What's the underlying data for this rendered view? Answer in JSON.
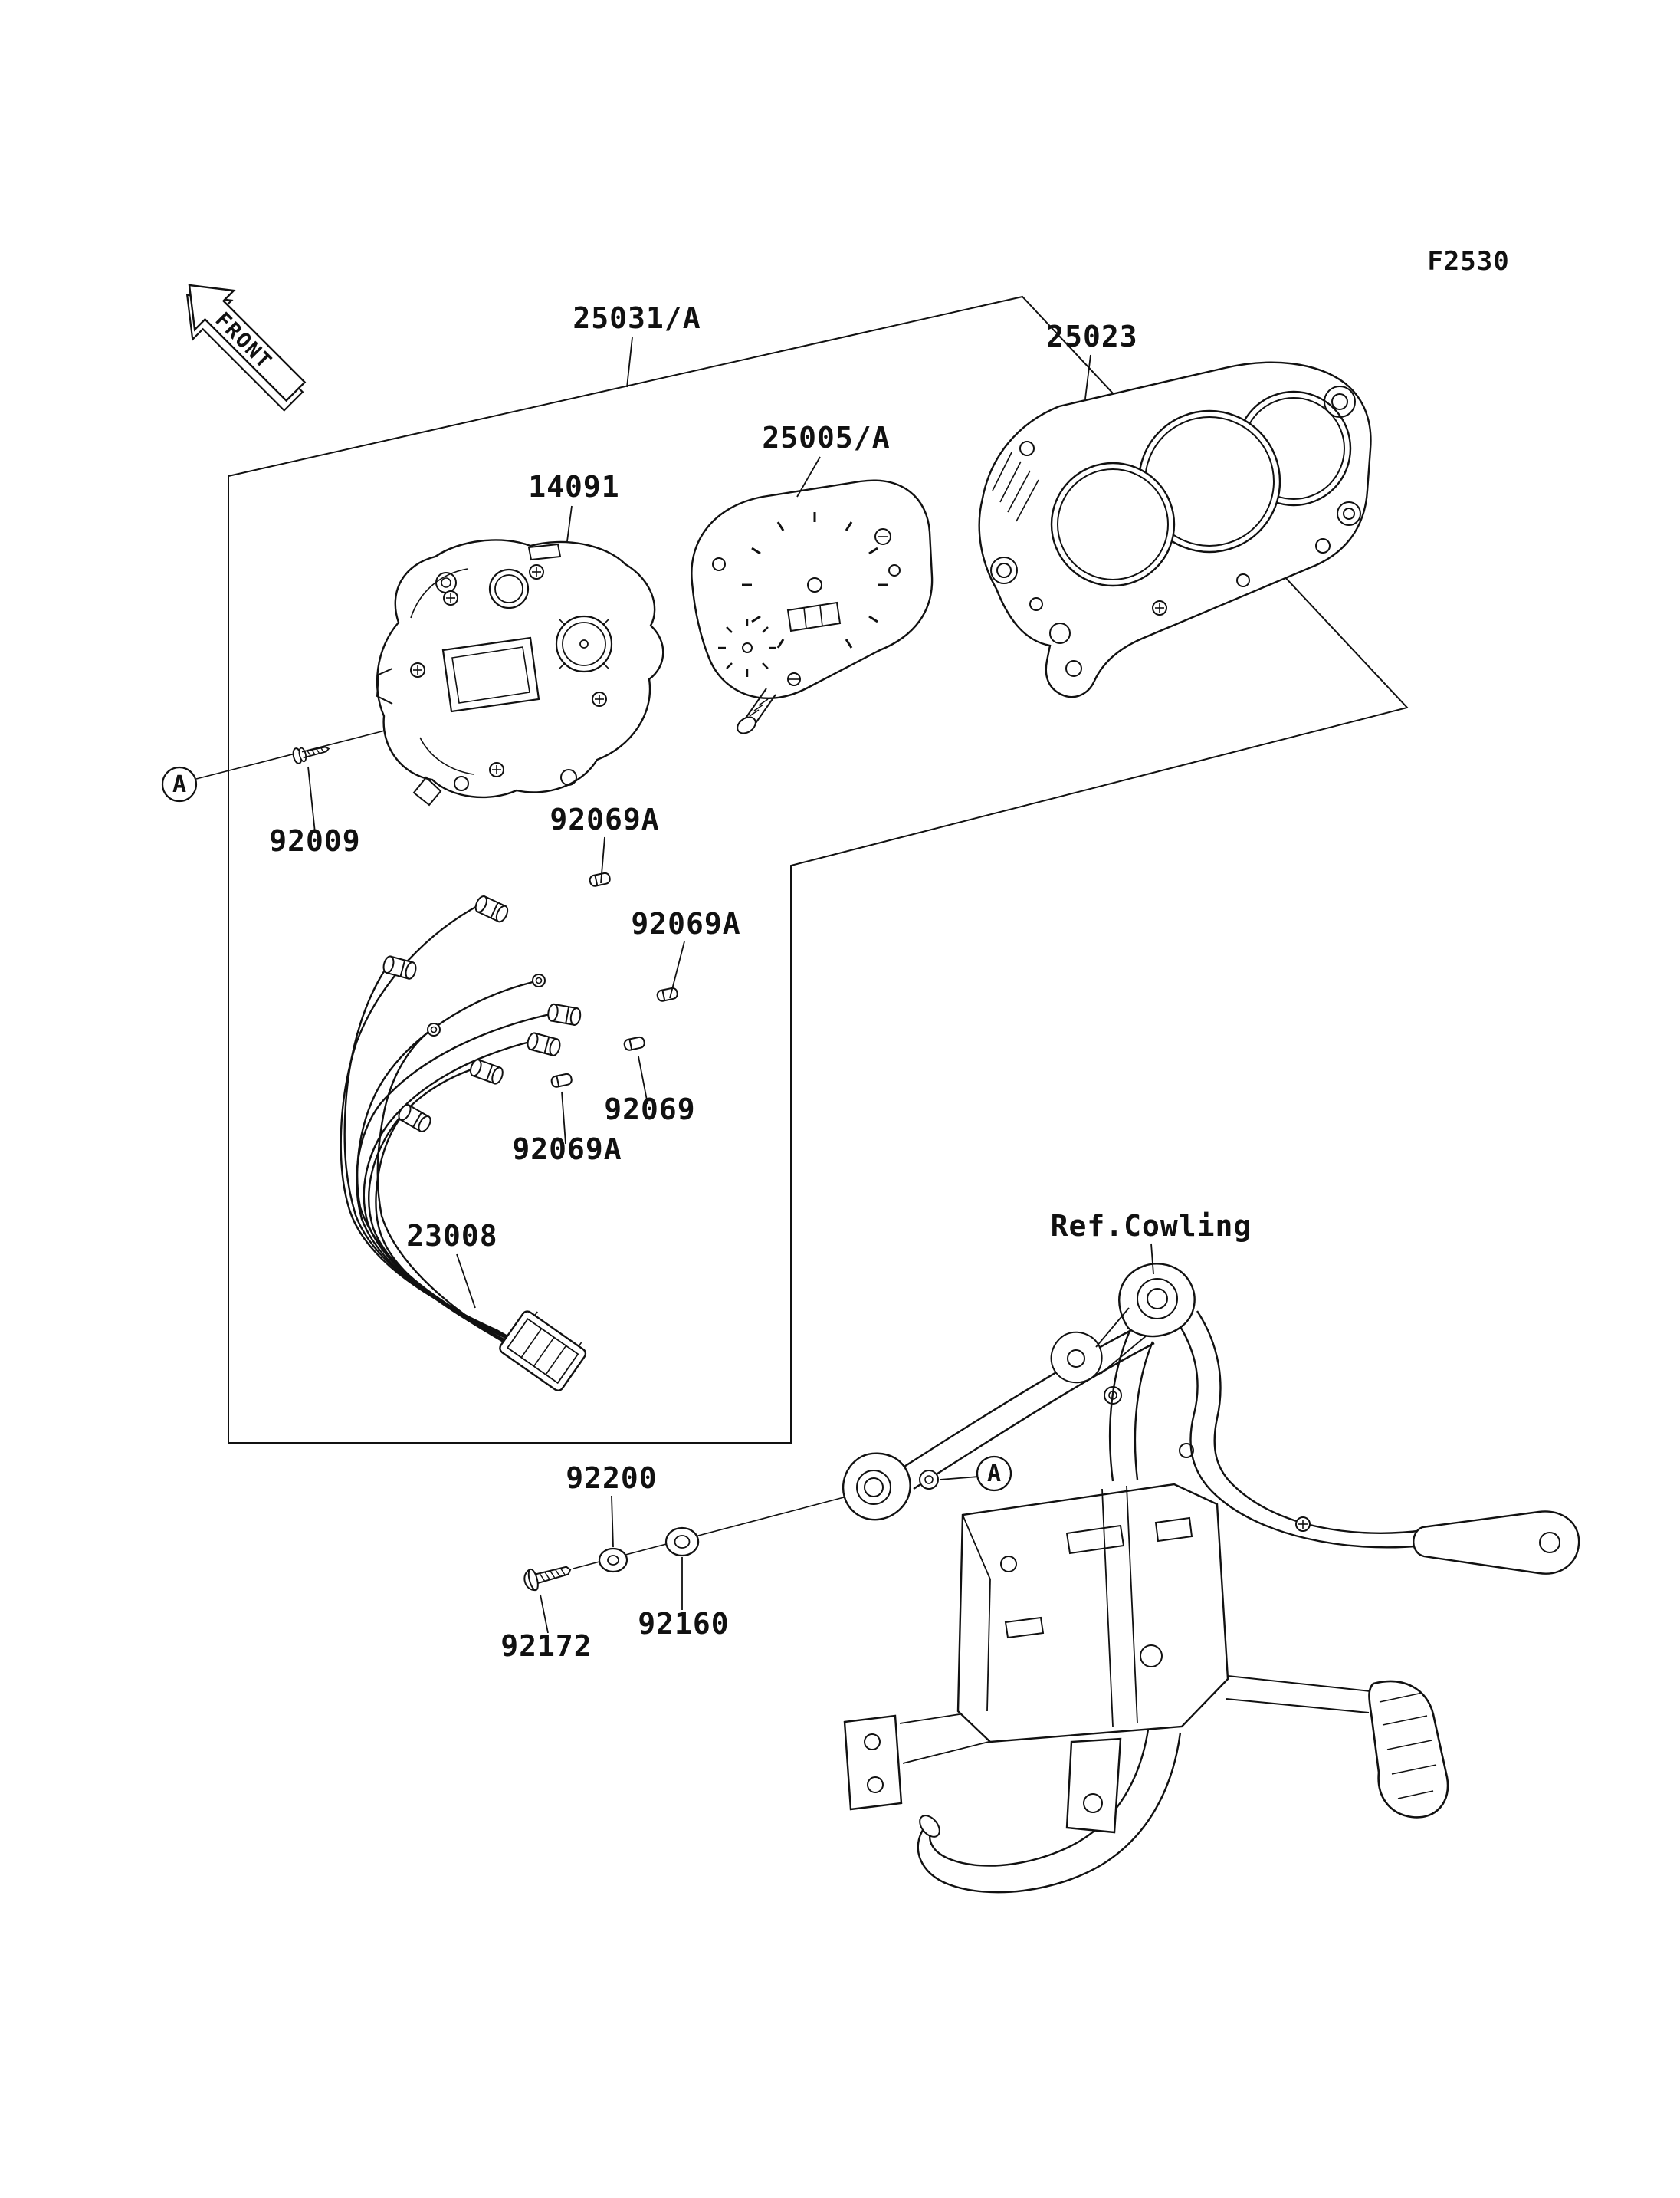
{
  "figure": {
    "code": "F2530",
    "front_label": "FRONT"
  },
  "callouts": {
    "assembly": "25031/A",
    "cover": "25023",
    "meter": "25005/A",
    "case": "14091",
    "screw_case": "92009",
    "bulb_a1": "92069A",
    "bulb_a2": "92069A",
    "bulb_plain": "92069",
    "bulb_a3": "92069A",
    "harness": "23008",
    "ref_cowling": "Ref.Cowling",
    "washer": "92200",
    "grommet": "92160",
    "screw_bracket": "92172",
    "view_a_left": "A",
    "view_a_right": "A"
  }
}
